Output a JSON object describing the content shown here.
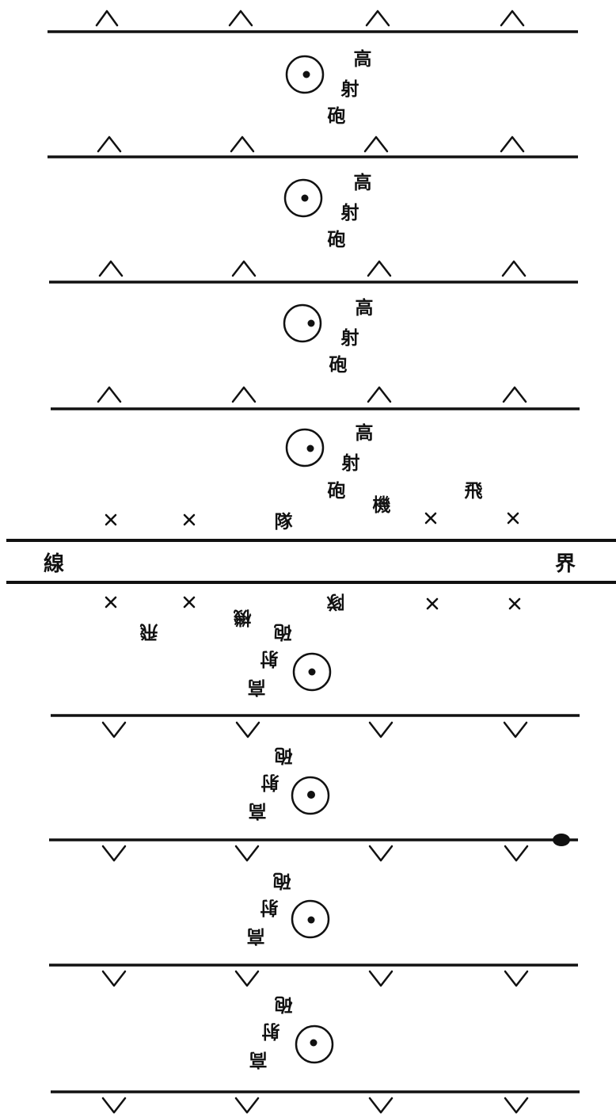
{
  "chart_data": {
    "type": "diagram",
    "title": "",
    "top_side": {
      "units": [
        {
          "label": [
            "高",
            "射",
            "砲"
          ]
        },
        {
          "label": [
            "高",
            "射",
            "砲"
          ]
        },
        {
          "label": [
            "高",
            "射",
            "砲"
          ]
        },
        {
          "label": [
            "高",
            "射",
            "砲"
          ]
        }
      ],
      "aircraft_unit": {
        "chars": [
          "飛",
          "機",
          "隊"
        ]
      }
    },
    "boundary": {
      "left_char": "線",
      "right_char": "界"
    },
    "bottom_side": {
      "units": [
        {
          "label": [
            "高",
            "射",
            "砲"
          ]
        },
        {
          "label": [
            "高",
            "射",
            "砲"
          ]
        },
        {
          "label": [
            "高",
            "射",
            "砲"
          ]
        },
        {
          "label": [
            "高",
            "射",
            "砲"
          ]
        }
      ],
      "aircraft_unit": {
        "chars": [
          "飛",
          "機",
          "隊"
        ]
      }
    }
  }
}
